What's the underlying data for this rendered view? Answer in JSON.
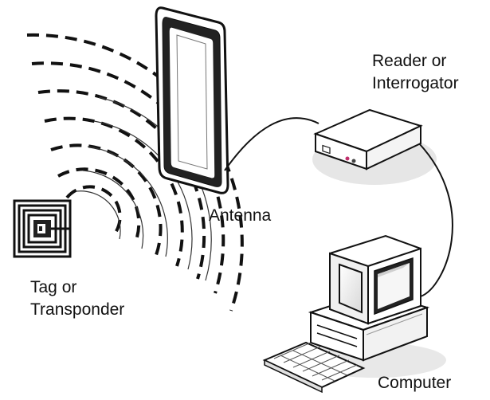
{
  "labels": {
    "reader_line1": "Reader or",
    "reader_line2": "Interrogator",
    "antenna": "Antenna",
    "tag_line1": "Tag or",
    "tag_line2": "Transponder",
    "computer": "Computer"
  }
}
